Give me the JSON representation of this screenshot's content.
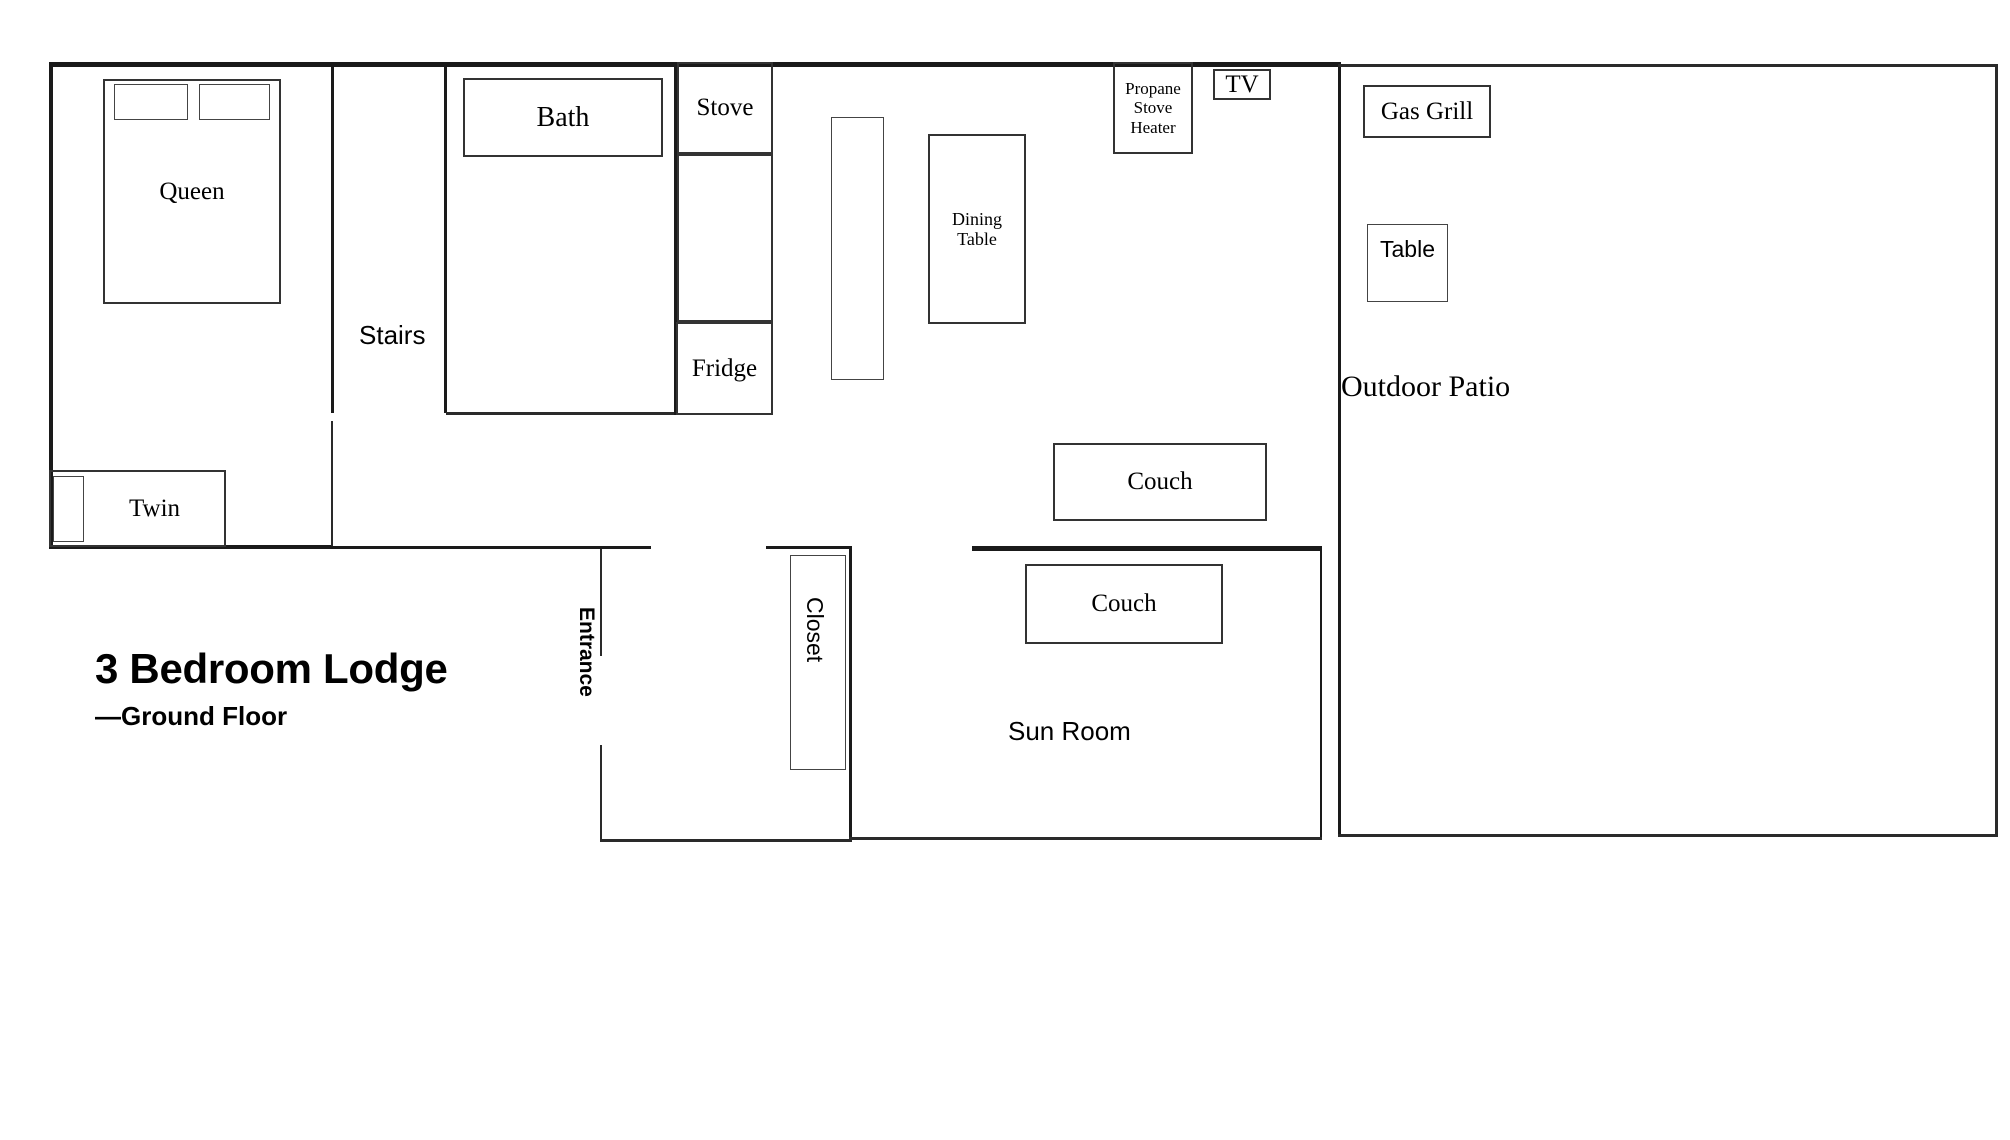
{
  "title": {
    "main": "3 Bedroom Lodge",
    "subtitle": "—Ground Floor"
  },
  "rooms": {
    "bedroom_queen": {
      "label": "Queen"
    },
    "bedroom_twin": {
      "label": "Twin"
    },
    "stairs": {
      "label": "Stairs"
    },
    "bath": {
      "label": "Bath"
    },
    "sun_room": {
      "label": "Sun Room"
    },
    "outdoor_patio": {
      "label": "Outdoor Patio"
    },
    "entrance": {
      "label": "Entrance"
    },
    "closet": {
      "label": "Closet"
    }
  },
  "furniture": {
    "queen_bed": {
      "label": "Queen"
    },
    "queen_pillow_left": {
      "label": ""
    },
    "queen_pillow_right": {
      "label": ""
    },
    "twin_bed": {
      "label": "Twin"
    },
    "twin_pillow": {
      "label": ""
    },
    "bath_tub": {
      "label": "Bath"
    },
    "stove": {
      "label": "Stove"
    },
    "counter": {
      "label": ""
    },
    "fridge": {
      "label": "Fridge"
    },
    "kitchen_island": {
      "label": ""
    },
    "dining_table": {
      "label": "Dining\nTable"
    },
    "propane_stove_heater": {
      "label": "Propane\nStove\nHeater"
    },
    "tv": {
      "label": "TV"
    },
    "couch_upper": {
      "label": "Couch"
    },
    "couch_lower": {
      "label": "Couch"
    },
    "gas_grill": {
      "label": "Gas Grill"
    },
    "patio_table": {
      "label": "Table"
    },
    "closet": {
      "label": "Closet"
    }
  },
  "colors": {
    "wall": "#1a1a1a",
    "furniture_outline": "#333333",
    "background": "#ffffff",
    "text": "#000000"
  }
}
